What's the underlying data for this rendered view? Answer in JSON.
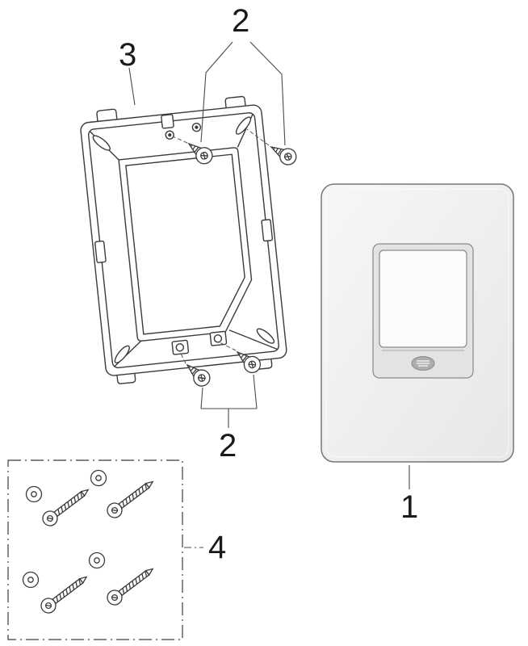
{
  "page": {
    "background": "#ffffff",
    "kind": "exploded-parts-diagram"
  },
  "colors": {
    "line": "#3a3a3a",
    "leader_line": "#4a4a4a",
    "plate_border": "#777777",
    "plate_fill_top": "#f7f7f7",
    "plate_fill_bottom": "#e7e7e7",
    "recess_fill": "#e3e3e3",
    "button_fill": "#fbfbfb",
    "logo_fill": "#adadad"
  },
  "callouts": {
    "top_screws": "2",
    "frame": "3",
    "bottom_screws": "2",
    "flush_plate": "1",
    "hardware_kit": "4"
  },
  "parts": {
    "flush_plate": {
      "callout": "1"
    },
    "short_screws": {
      "callout": "2",
      "count": 4
    },
    "mounting_frame": {
      "callout": "3"
    },
    "hardware_kit": {
      "callout": "4",
      "long_screws": 4,
      "washers": 4
    }
  },
  "icons": {
    "brand_logo": "oval-brand-badge"
  }
}
